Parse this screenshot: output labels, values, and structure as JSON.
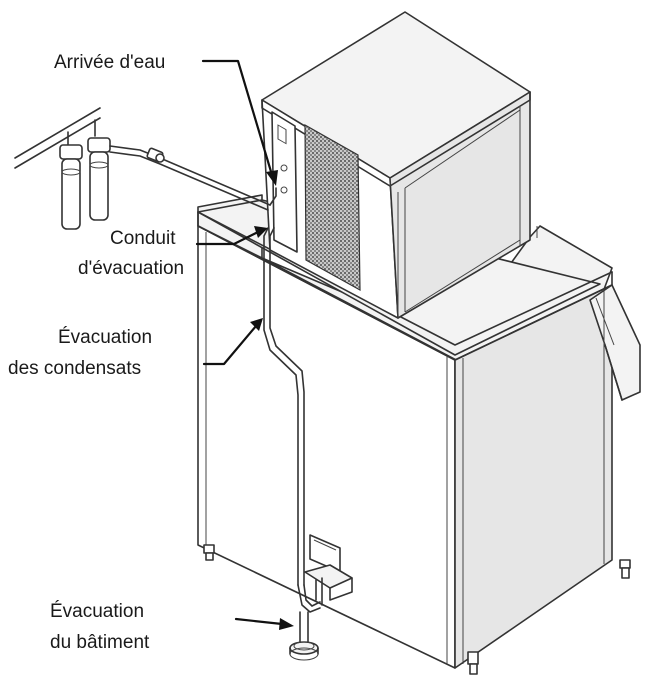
{
  "labels": {
    "water_inlet": "Arrivée d'eau",
    "drain_line_1": "Conduit",
    "drain_line_2": "d'évacuation",
    "condensate_drain_1": "Évacuation",
    "condensate_drain_2": "des condensats",
    "building_drain_1": "Évacuation",
    "building_drain_2": "du bâtiment"
  },
  "icons": {
    "ice_machine": "ice-machine-icon",
    "storage_bin": "ice-bin-icon",
    "water_filter": "water-filter-icon",
    "floor_drain": "floor-drain-icon"
  },
  "colors": {
    "line": "#333333",
    "text": "#1a1a1a",
    "leader": "#111111"
  }
}
